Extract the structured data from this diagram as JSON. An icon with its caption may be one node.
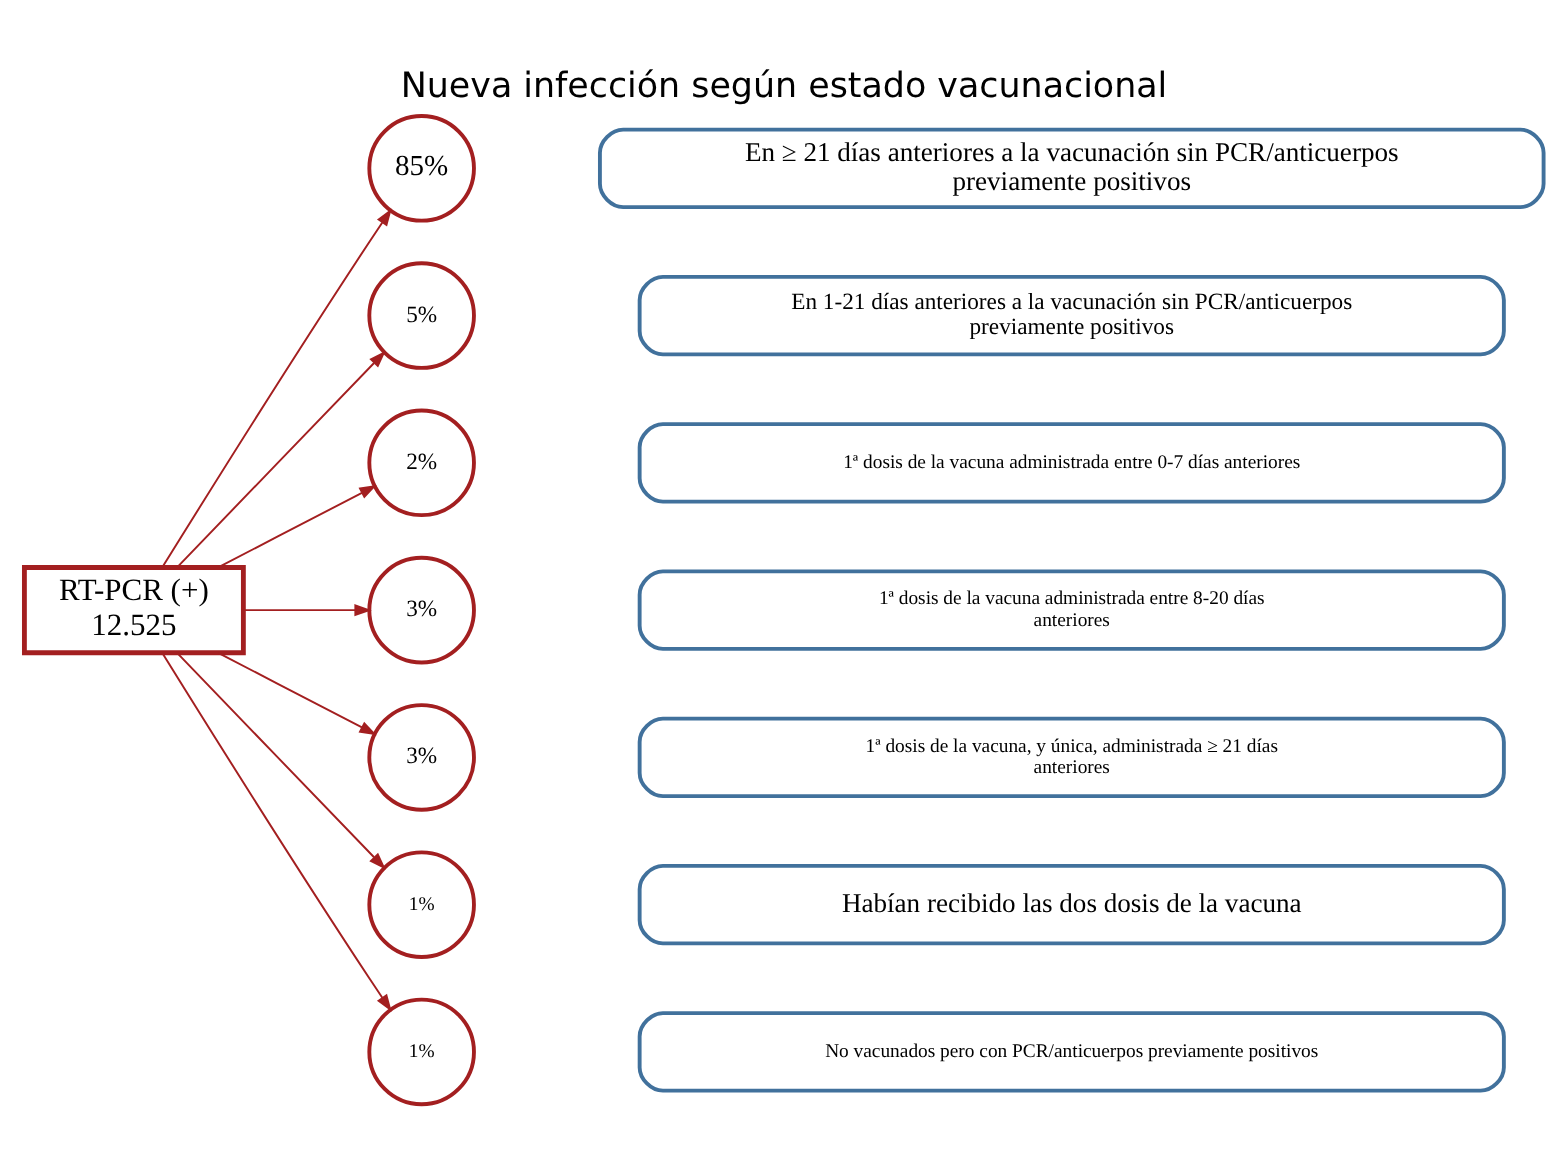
{
  "diagram": {
    "title": "Nueva infección según estado vacunacional",
    "nodes": [
      {
        "text": [
          "RT-PCR (+) 12.525"
        ]
      },
      {
        "text": [
          "85%"
        ]
      },
      {
        "text": [
          "5%"
        ]
      },
      {
        "text": [
          "2%"
        ]
      },
      {
        "text": [
          "3%"
        ]
      },
      {
        "text": [
          "3%"
        ]
      },
      {
        "text": [
          "1%"
        ]
      },
      {
        "text": [
          "1%"
        ]
      },
      {
        "text": [
          "En ≥ 21 días anteriores a la vacunación sin PCR/anticuerpos previamente positivos"
        ]
      },
      {
        "text": [
          "En 1-21 días anteriores a la vacunación sin PCR/anticuerpos previamente positivos"
        ]
      },
      {
        "text": [
          "1ª dosis de la vacuna administrada entre 0-7 días anteriores"
        ]
      },
      {
        "text": [
          "1ª dosis de la vacuna administrada entre 8-20 días anteriores"
        ]
      },
      {
        "text": [
          "1ª dosis de la vacuna, y única, administrada ≥ 21 días anteriores"
        ]
      },
      {
        "text": [
          "Habían recibido las dos dosis de la vacuna"
        ]
      },
      {
        "text": [
          "No vacunados pero con PCR/anticuerpos previamente positivos"
        ]
      }
    ],
    "edges": [
      {
        "from": 0,
        "to": 1,
        "arrow": "to"
      },
      {
        "from": 0,
        "to": 2,
        "arrow": "to"
      },
      {
        "from": 0,
        "to": 3,
        "arrow": "to"
      },
      {
        "from": 0,
        "to": 4,
        "arrow": "to"
      },
      {
        "from": 0,
        "to": 5,
        "arrow": "to"
      },
      {
        "from": 0,
        "to": 6,
        "arrow": "to"
      },
      {
        "from": 0,
        "to": 7,
        "arrow": "to"
      }
    ]
  }
}
